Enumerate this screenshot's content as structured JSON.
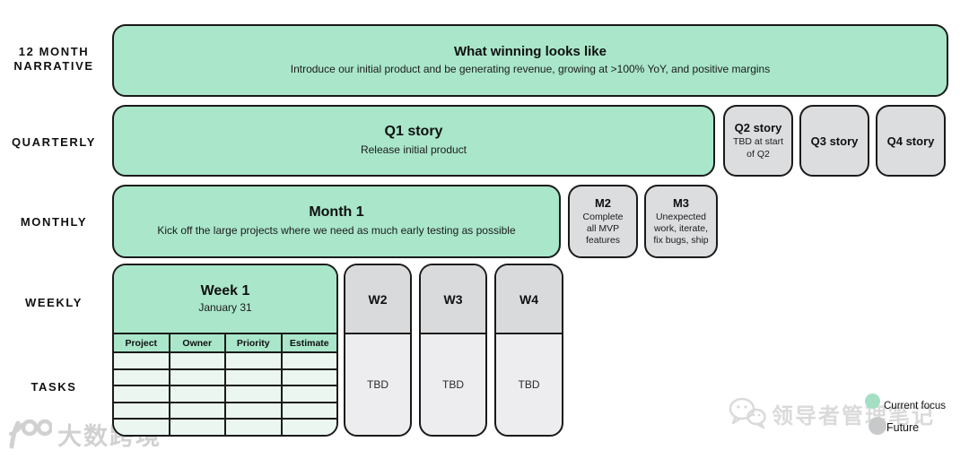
{
  "row_labels": {
    "narrative": "12 MONTH\nNARRATIVE",
    "quarterly": "QUARTERLY",
    "monthly": "MONTHLY",
    "weekly": "WEEKLY",
    "tasks": "TASKS"
  },
  "narrative": {
    "title": "What winning looks like",
    "subtitle": "Introduce our initial product and be generating revenue, growing at >100% YoY, and positive margins"
  },
  "quarterly": {
    "q1": {
      "title": "Q1 story",
      "subtitle": "Release initial product"
    },
    "q2": {
      "title": "Q2 story",
      "subtitle": "TBD at start of Q2"
    },
    "q3": {
      "title": "Q3 story"
    },
    "q4": {
      "title": "Q4 story"
    }
  },
  "monthly": {
    "m1": {
      "title": "Month 1",
      "subtitle": "Kick off the large projects where we need as much early testing as possible"
    },
    "m2": {
      "title": "M2",
      "subtitle": "Complete all MVP features"
    },
    "m3": {
      "title": "M3",
      "subtitle": "Unexpected work, iterate, fix bugs, ship"
    }
  },
  "weekly": {
    "w1": {
      "title": "Week 1",
      "subtitle": "January 31"
    },
    "w2": {
      "title": "W2",
      "body": "TBD"
    },
    "w3": {
      "title": "W3",
      "body": "TBD"
    },
    "w4": {
      "title": "W4",
      "body": "TBD"
    }
  },
  "tasks_table": {
    "headers": [
      "Project",
      "Owner",
      "Priority",
      "Estimate"
    ],
    "empty_row_count": 5
  },
  "legend": {
    "current": "Current focus",
    "future": "Future"
  },
  "watermarks": {
    "bottom_left": "大数跨境",
    "bottom_right": "领导者管理笔记"
  },
  "colors": {
    "focus_green": "#a9e6ca",
    "future_gray": "#dcdddf",
    "future_gray_light": "#ededef",
    "table_cell_mint": "#ebf6f0",
    "border": "#1a1a1a"
  }
}
